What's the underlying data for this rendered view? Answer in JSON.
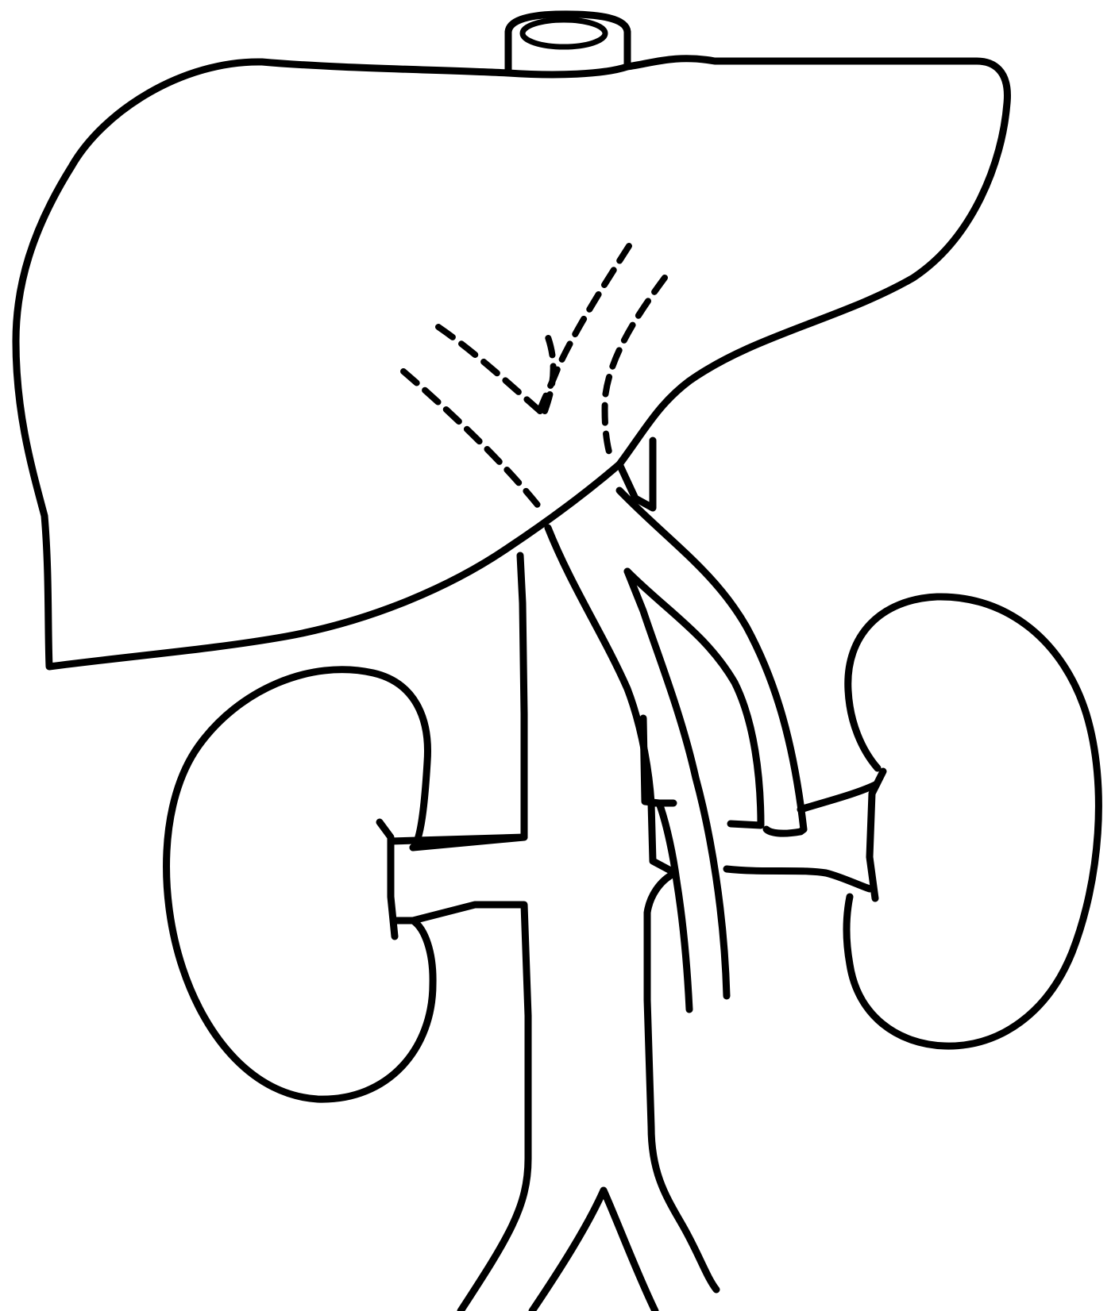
{
  "diagram": {
    "subject": "",
    "background_color": "#ffffff",
    "ink_color": "#000000",
    "parts": [
      "liver",
      "liver-top-vessel-stump",
      "hepatic-veins-dashed",
      "inferior-vena-cava",
      "abdominal-aorta",
      "left-kidney",
      "right-kidney",
      "left-renal-vein",
      "right-renal-vein",
      "aorta-bifurcation"
    ]
  }
}
